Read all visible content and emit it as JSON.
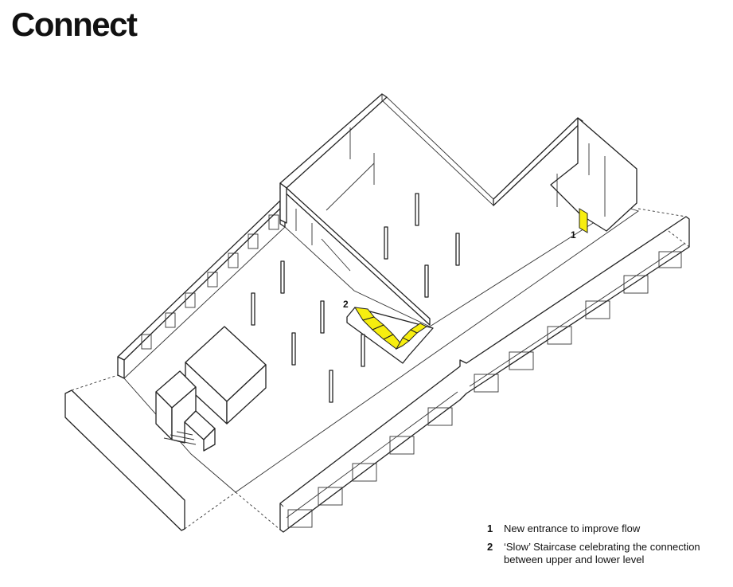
{
  "title": "Connect",
  "colors": {
    "highlight": "#f7ee0f",
    "line": "#222222",
    "background": "#ffffff"
  },
  "markers": [
    {
      "id": "1"
    },
    {
      "id": "2"
    }
  ],
  "legend": [
    {
      "number": "1",
      "text": "New entrance to improve flow"
    },
    {
      "number": "2",
      "text": "‘Slow’ Staircase celebrating the connection between upper and lower level"
    }
  ]
}
